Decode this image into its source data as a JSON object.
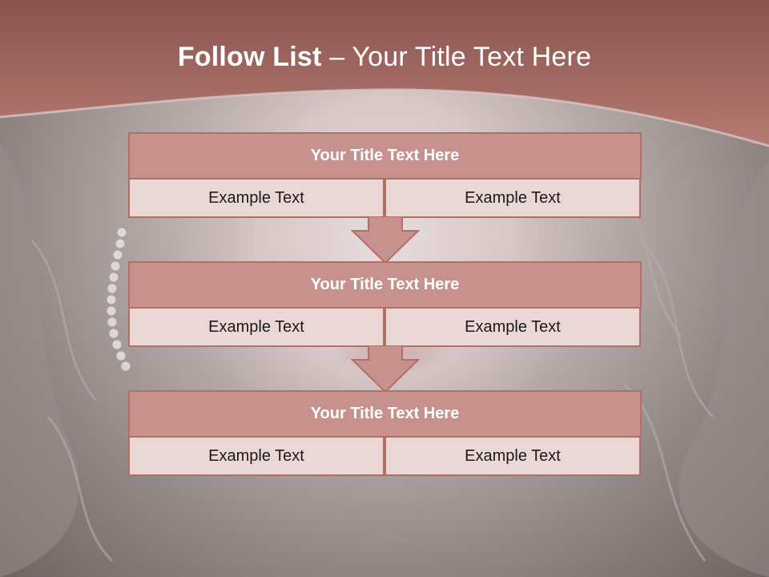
{
  "slide": {
    "title_bold": "Follow List",
    "title_rest": " – Your Title Text Here",
    "rows": [
      {
        "title": "Your Title Text Here",
        "left": "Example Text",
        "right": "Example Text"
      },
      {
        "title": "Your Title Text Here",
        "left": "Example Text",
        "right": "Example Text"
      },
      {
        "title": "Your Title Text Here",
        "left": "Example Text",
        "right": "Example Text"
      }
    ],
    "colors": {
      "header": "#a8625b",
      "row_title_fill": "#c7928d",
      "row_cell_fill": "#ead7d6",
      "border": "#b0706a"
    }
  }
}
